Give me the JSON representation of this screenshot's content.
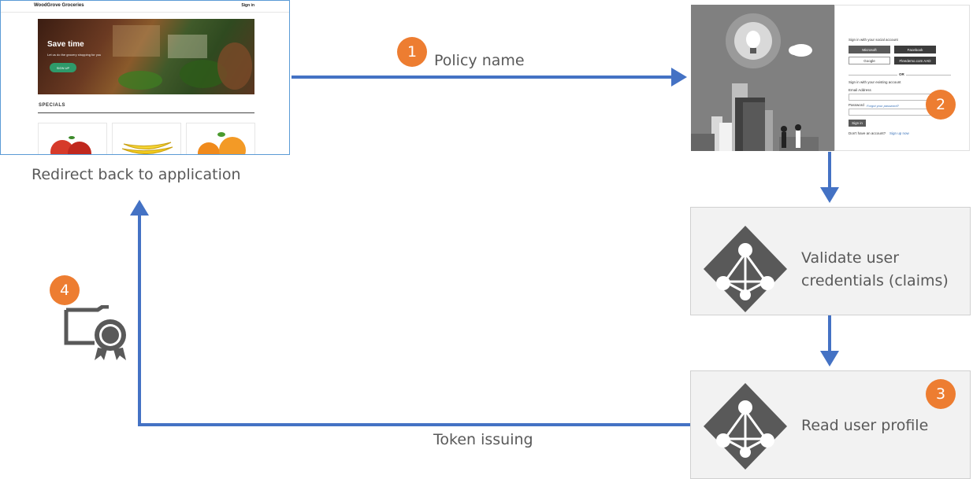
{
  "labels": {
    "policy_name": "Policy name",
    "redirect": "Redirect back to application",
    "token_issuing": "Token issuing"
  },
  "steps": {
    "step1": "1",
    "step2": "2",
    "step3": "3",
    "step4": "4"
  },
  "boxes": {
    "validate_line1": "Validate user",
    "validate_line2": "credentials (claims)",
    "read_profile": "Read user profile"
  },
  "app": {
    "brand": "WoodGrove Groceries",
    "sign_in": "Sign in",
    "hero_title": "Save time",
    "hero_sub": "Let us do the grocery shopping for you",
    "hero_button": "SIGN UP",
    "specials": "SPECIALS"
  },
  "signin_page": {
    "social_heading": "Sign in with your social account",
    "microsoft": "Microsoft",
    "facebook": "Facebook",
    "google": "Google",
    "aad": "Fleedemo.com AAD",
    "or": "OR",
    "existing_heading": "Sign in with your existing account",
    "email_label": "Email Address",
    "password_label": "Password",
    "forgot": "Forgot your password?",
    "signin_button": "Sign in",
    "no_account": "Don't have an account?",
    "signup": "Sign up now"
  },
  "colors": {
    "arrow": "#4472c4",
    "badge": "#ed7d31",
    "icon": "#595959",
    "box": "#f2f2f2"
  }
}
